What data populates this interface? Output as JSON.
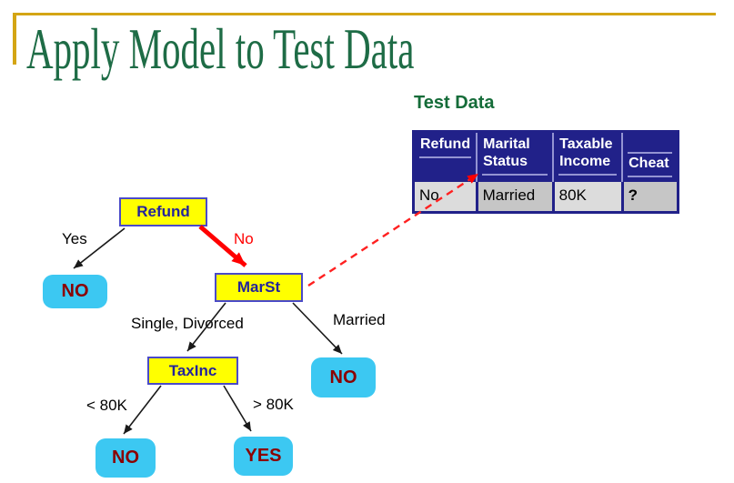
{
  "slide": {
    "title": "Apply Model to Test Data"
  },
  "test_data": {
    "heading": "Test Data",
    "table": {
      "headers": [
        "Refund",
        "Marital\nStatus",
        "Taxable\nIncome",
        "Cheat"
      ],
      "rows": [
        [
          "No",
          "Married",
          "80K",
          "?"
        ]
      ]
    }
  },
  "tree": {
    "node_refund": "Refund",
    "node_marst": "MarSt",
    "node_taxinc": "TaxInc",
    "leaf_refund_yes": "NO",
    "leaf_marst_married": "NO",
    "leaf_taxinc_low": "NO",
    "leaf_taxinc_high": "YES",
    "edge_yes": "Yes",
    "edge_no": "No",
    "edge_single_divorced": "Single, Divorced",
    "edge_married": "Married",
    "edge_lt_80k": "< 80K",
    "edge_gt_80k": "> 80K"
  },
  "colors": {
    "accent_gold": "#D4A514",
    "title_green": "#1E6C46",
    "heading_green": "#156C39",
    "table_header_navy": "#212189",
    "table_grid_light_blue": "#9494D2",
    "cell_gray_light": "#DCDCDC",
    "cell_gray_dark": "#C6C6C6",
    "node_yellow": "#FFFF00",
    "node_border_blue": "#4A4AC8",
    "node_text_navy": "#24249B",
    "leaf_cyan": "#3CC8F2",
    "leaf_text_dark_red": "#8B0000",
    "highlight_red": "#FF0000",
    "table_no_red": "#E0392D"
  }
}
